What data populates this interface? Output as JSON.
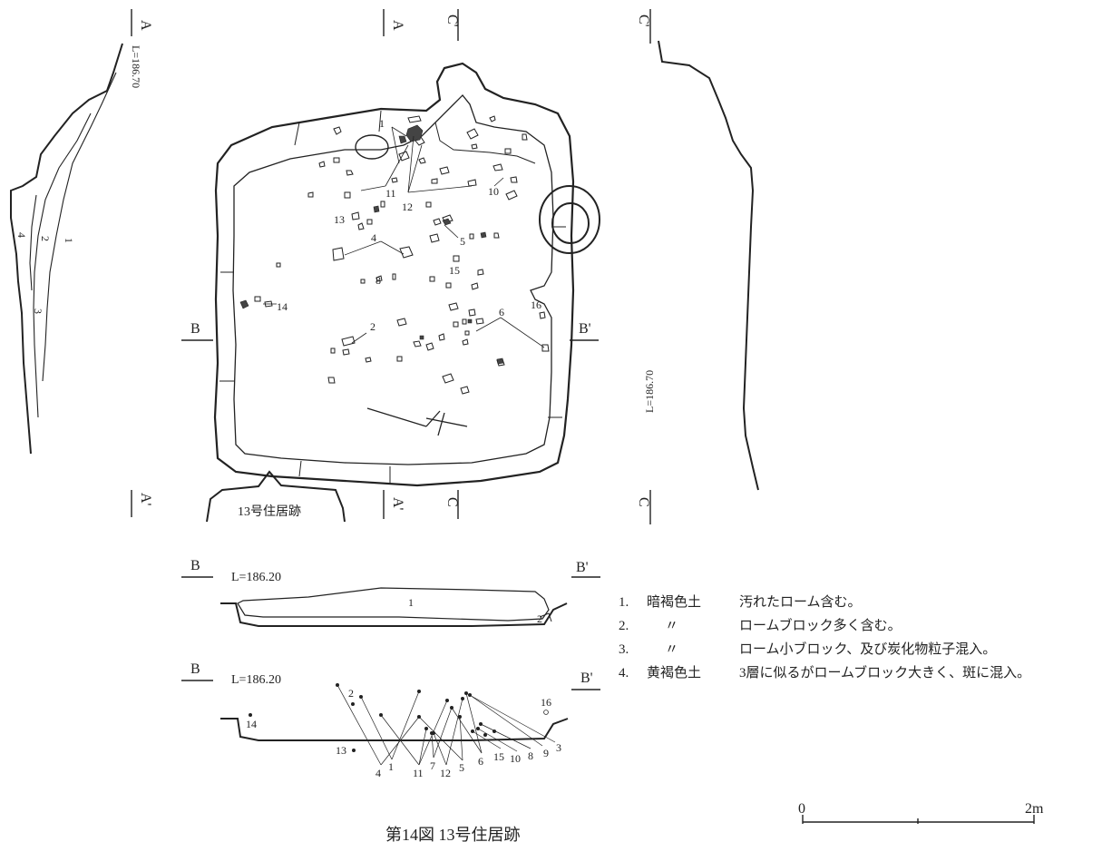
{
  "section_marks": {
    "a_top": "A",
    "a_bottom": "A'",
    "b_left": "B",
    "b_right": "B'",
    "c_top": "C'",
    "c_bottom": "C",
    "c_profile_top": "C'",
    "c_profile_bottom": "C",
    "a_profile_top": "A",
    "a_profile_bottom": "A'"
  },
  "levels": {
    "a_profile": "L=186.70",
    "c_profile": "L=186.70",
    "b_section_upper": "L=186.20",
    "b_section_lower": "L=186.20"
  },
  "plan": {
    "feature_label": "13号住居跡",
    "artifact_numbers": [
      "1",
      "2",
      "4",
      "5",
      "6",
      "8",
      "10",
      "11",
      "12",
      "13",
      "14",
      "15",
      "16"
    ]
  },
  "a_profile_layers": [
    "1",
    "2",
    "4",
    "3"
  ],
  "b_section_upper_layers": [
    "1",
    "2"
  ],
  "b_section_lower_numbers": [
    "2",
    "14",
    "13",
    "4",
    "1",
    "11",
    "7",
    "12",
    "5",
    "6",
    "15",
    "10",
    "8",
    "9",
    "3",
    "16"
  ],
  "legend": [
    {
      "num": "1.",
      "soil": "暗褐色土",
      "desc": "汚れたローム含む。"
    },
    {
      "num": "2.",
      "soil": "〃",
      "desc": "ロームブロック多く含む。"
    },
    {
      "num": "3.",
      "soil": "〃",
      "desc": "ローム小ブロック、及び炭化物粒子混入。"
    },
    {
      "num": "4.",
      "soil": "黄褐色土",
      "desc": "3層に似るがロームブロック大きく、斑に混入。"
    }
  ],
  "scale": {
    "start": "0",
    "end": "2m"
  },
  "caption": "第14図 13号住居跡"
}
